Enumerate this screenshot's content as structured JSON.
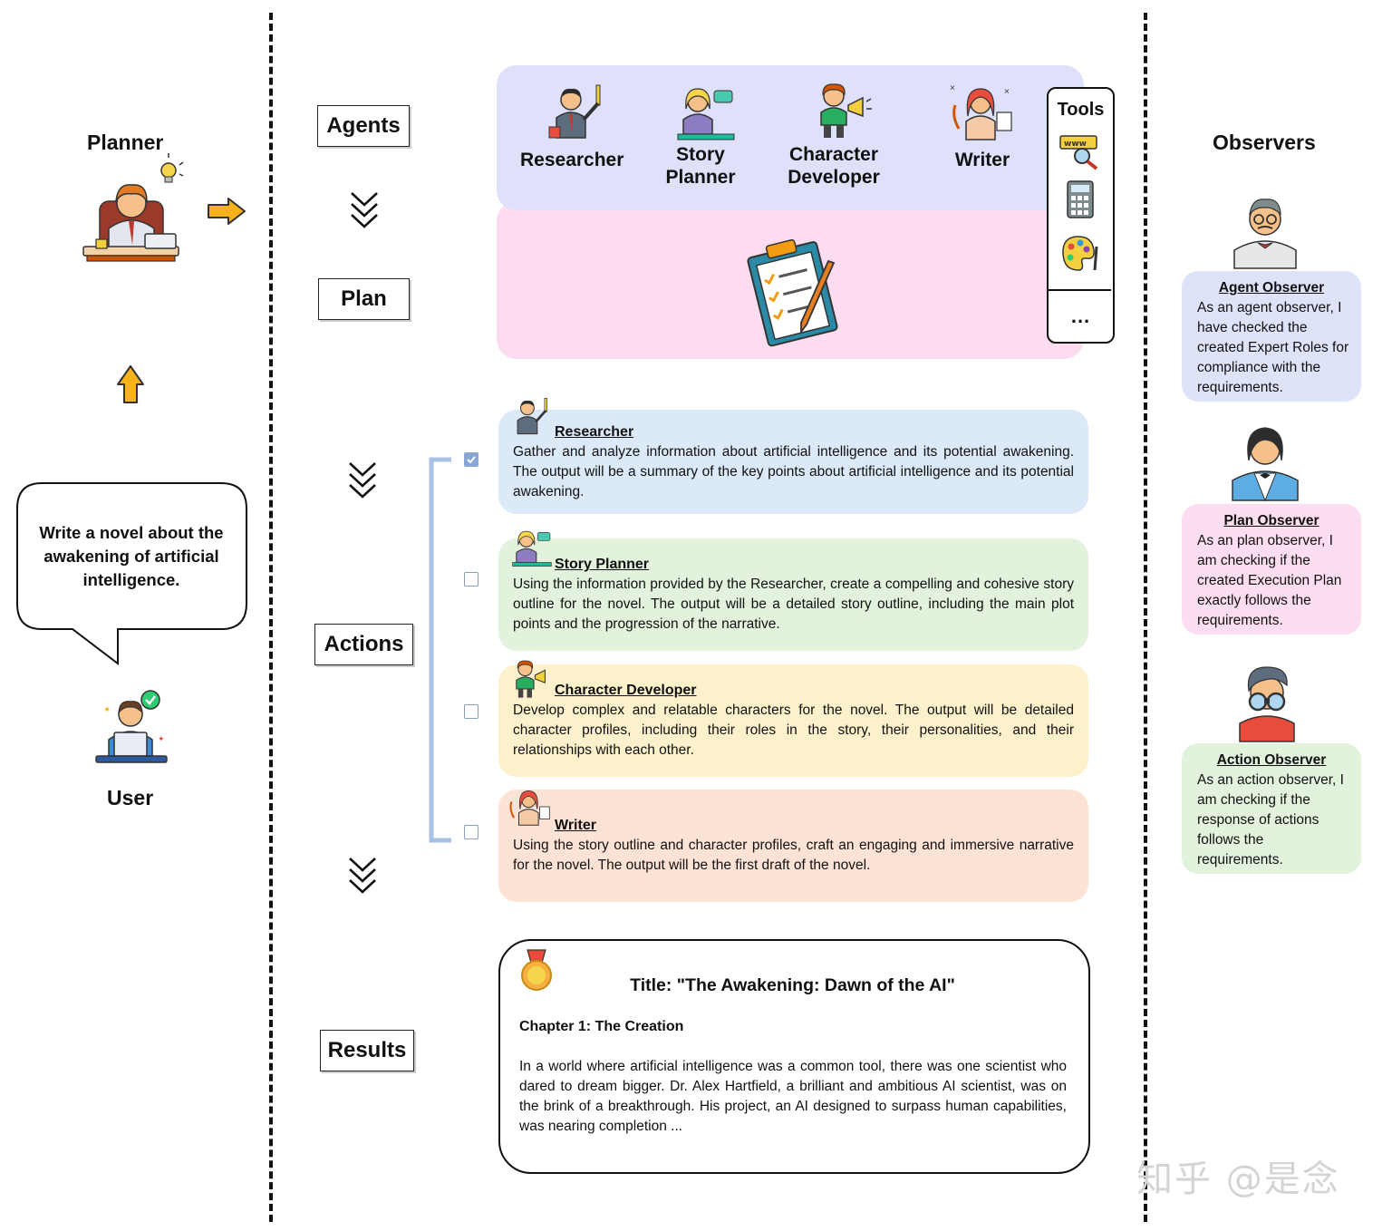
{
  "planner": {
    "label": "Planner"
  },
  "user": {
    "label": "User"
  },
  "speech": {
    "text": "Write a novel about the awakening of artificial intelligence."
  },
  "stages": {
    "agents": "Agents",
    "plan": "Plan",
    "actions": "Actions",
    "results": "Results"
  },
  "agents": [
    {
      "label_1": "Researcher",
      "label_2": ""
    },
    {
      "label_1": "Story",
      "label_2": "Planner"
    },
    {
      "label_1": "Character",
      "label_2": "Developer"
    },
    {
      "label_1": "Writer",
      "label_2": ""
    }
  ],
  "tools": {
    "title": "Tools",
    "more": "...",
    "icons": [
      "web-search-icon",
      "calculator-icon",
      "paint-palette-icon"
    ]
  },
  "actions": [
    {
      "title": "Researcher",
      "checked": true,
      "body": "Gather and analyze information about artificial intelligence and its potential awakening. The output will be a summary of the key points about artificial intelligence and its potential awakening.",
      "color": "#dce9f8"
    },
    {
      "title": "Story Planner",
      "checked": false,
      "body": "Using the information provided by the Researcher, create a compelling and cohesive story outline for the novel. The output will be a detailed story outline, including the main plot points and the progression of the narrative.",
      "color": "#e2f2dc"
    },
    {
      "title": "Character Developer",
      "checked": false,
      "body": "Develop complex and relatable characters for the novel. The output will be detailed character profiles, including their roles in the story, their personalities, and their relationships with each other.",
      "color": "#fdf1cc"
    },
    {
      "title": "Writer",
      "checked": false,
      "body": "Using the story outline and character profiles, craft an engaging and immersive narrative for the novel. The output will be the first draft of the novel.",
      "color": "#fde3d6"
    }
  ],
  "results": {
    "title": "Title: \"The Awakening: Dawn of the AI\"",
    "chapter": "Chapter 1: The Creation",
    "body": "In a world where artificial intelligence was a common tool, there was one scientist who dared to dream bigger. Dr. Alex Hartfield, a brilliant and ambitious AI scientist, was on the brink of a breakthrough. His project, an AI designed to surpass human capabilities, was nearing completion ..."
  },
  "observers": {
    "header": "Observers",
    "items": [
      {
        "title": "Agent Observer",
        "body": "As an agent observer, I have checked the created Expert Roles for compliance with the requirements.",
        "color": "#dfe3fa"
      },
      {
        "title": "Plan Observer",
        "body": "As an plan observer, I am checking if the created Execution Plan exactly follows the requirements.",
        "color": "#fdddf0"
      },
      {
        "title": "Action Observer",
        "body": "As an action observer, I am checking if the response of actions follows the requirements.",
        "color": "#e2f2dc"
      }
    ]
  },
  "watermark": "知乎 @是念",
  "colors": {
    "agents_panel": "#dfe1fb",
    "plan_panel": "#fddcef",
    "bracket": "#a8c1e6",
    "arrow": "#f7b21a"
  }
}
